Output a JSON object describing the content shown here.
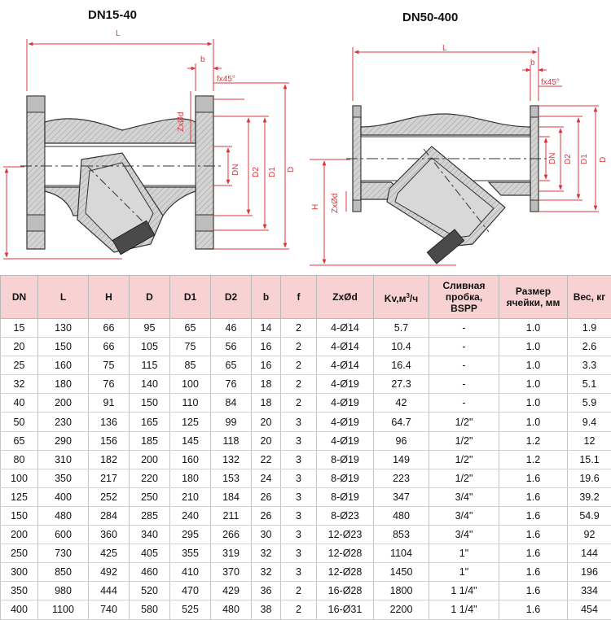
{
  "titles": {
    "left": "DN15-40",
    "right": "DN50-400"
  },
  "dimension_labels": {
    "L": "L",
    "b": "b",
    "f": "fx45°",
    "zxod": "ZxØd",
    "DN": "DN",
    "D2": "D2",
    "D1": "D1",
    "D": "D",
    "H": "H"
  },
  "colors": {
    "dimension": "#d9373d",
    "header_bg": "#f8d2d3",
    "body_fill": "#cfcfcf",
    "grid": "#c4c4c4"
  },
  "table": {
    "headers": [
      "DN",
      "L",
      "H",
      "D",
      "D1",
      "D2",
      "b",
      "f",
      "ZxØd",
      "Kv,м",
      "Сливная пробка, BSPP",
      "Размер ячейки, мм",
      "Вес, кг"
    ],
    "kv_sup": "3",
    "kv_tail": "/ч",
    "rows": [
      [
        "15",
        "130",
        "66",
        "95",
        "65",
        "46",
        "14",
        "2",
        "4-Ø14",
        "5.7",
        "-",
        "1.0",
        "1.9"
      ],
      [
        "20",
        "150",
        "66",
        "105",
        "75",
        "56",
        "16",
        "2",
        "4-Ø14",
        "10.4",
        "-",
        "1.0",
        "2.6"
      ],
      [
        "25",
        "160",
        "75",
        "115",
        "85",
        "65",
        "16",
        "2",
        "4-Ø14",
        "16.4",
        "-",
        "1.0",
        "3.3"
      ],
      [
        "32",
        "180",
        "76",
        "140",
        "100",
        "76",
        "18",
        "2",
        "4-Ø19",
        "27.3",
        "-",
        "1.0",
        "5.1"
      ],
      [
        "40",
        "200",
        "91",
        "150",
        "110",
        "84",
        "18",
        "2",
        "4-Ø19",
        "42",
        "-",
        "1.0",
        "5.9"
      ],
      [
        "50",
        "230",
        "136",
        "165",
        "125",
        "99",
        "20",
        "3",
        "4-Ø19",
        "64.7",
        "1/2\"",
        "1.0",
        "9.4"
      ],
      [
        "65",
        "290",
        "156",
        "185",
        "145",
        "118",
        "20",
        "3",
        "4-Ø19",
        "96",
        "1/2\"",
        "1.2",
        "12"
      ],
      [
        "80",
        "310",
        "182",
        "200",
        "160",
        "132",
        "22",
        "3",
        "8-Ø19",
        "149",
        "1/2\"",
        "1.2",
        "15.1"
      ],
      [
        "100",
        "350",
        "217",
        "220",
        "180",
        "153",
        "24",
        "3",
        "8-Ø19",
        "223",
        "1/2\"",
        "1.6",
        "19.6"
      ],
      [
        "125",
        "400",
        "252",
        "250",
        "210",
        "184",
        "26",
        "3",
        "8-Ø19",
        "347",
        "3/4\"",
        "1.6",
        "39.2"
      ],
      [
        "150",
        "480",
        "284",
        "285",
        "240",
        "211",
        "26",
        "3",
        "8-Ø23",
        "480",
        "3/4\"",
        "1.6",
        "54.9"
      ],
      [
        "200",
        "600",
        "360",
        "340",
        "295",
        "266",
        "30",
        "3",
        "12-Ø23",
        "853",
        "3/4\"",
        "1.6",
        "92"
      ],
      [
        "250",
        "730",
        "425",
        "405",
        "355",
        "319",
        "32",
        "3",
        "12-Ø28",
        "1104",
        "1\"",
        "1.6",
        "144"
      ],
      [
        "300",
        "850",
        "492",
        "460",
        "410",
        "370",
        "32",
        "3",
        "12-Ø28",
        "1450",
        "1\"",
        "1.6",
        "196"
      ],
      [
        "350",
        "980",
        "444",
        "520",
        "470",
        "429",
        "36",
        "2",
        "16-Ø28",
        "1800",
        "1 1/4\"",
        "1.6",
        "334"
      ],
      [
        "400",
        "1100",
        "740",
        "580",
        "525",
        "480",
        "38",
        "2",
        "16-Ø31",
        "2200",
        "1 1/4\"",
        "1.6",
        "454"
      ]
    ]
  }
}
